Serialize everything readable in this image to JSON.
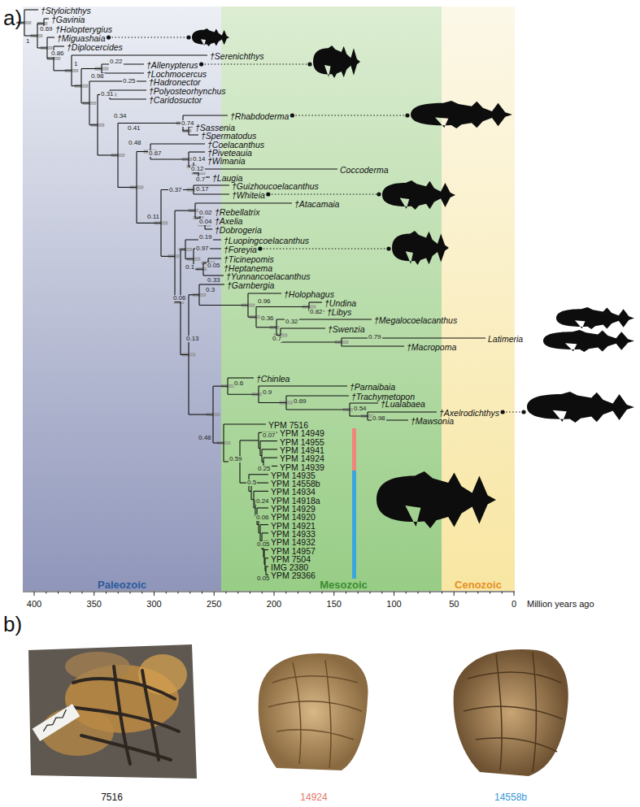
{
  "diagram": {
    "nodes": [
      {
        "text": [
          "Paleozoic"
        ]
      },
      {
        "text": [
          "Mesozoic"
        ]
      },
      {
        "text": [
          "Cenozoic"
        ]
      },
      {
        "text": [
          "7516"
        ]
      },
      {
        "text": [
          "14924"
        ]
      },
      {
        "text": [
          "14558b"
        ]
      }
    ],
    "labels": [
      "a)",
      "†Styloichthys",
      "†Gavinia",
      "†Holopterygius",
      "†Miguashaia",
      "†Diplocercides",
      "†Serenichthys",
      "†Allenypterus",
      "†Lochmocercus",
      "†Hadronector",
      "†Polyosteorhynchus",
      "†Caridosuctor",
      "†Rhabdoderma",
      "†Sassenia",
      "†Spermatodus",
      "†Coelacanthus",
      "†Piveteauia",
      "†Wimania",
      "Coccoderma",
      "†Laugia",
      "†Guizhoucoelacanthus",
      "†Whiteia",
      "†Atacamaia",
      "†Rebellatrix",
      "†Axelia",
      "†Dobrogeria",
      "†Luopingcoelacanthus",
      "†Foreyia",
      "†Ticinepomis",
      "†Heptanema",
      "†Yunnancoelacanthus",
      "†Garnbergia",
      "†Holophagus",
      "†Undina",
      "†Libys",
      "†Megalocoelacanthus",
      "†Swenzia",
      "Latimeria",
      "†Macropoma",
      "†Chinlea",
      "†Parnaibaia",
      "†Trachymetopon",
      "†Lualabaea",
      "†Axelrodichthys",
      "†Mawsonia",
      "YPM 7516",
      "YPM 14949",
      "YPM 14955",
      "YPM 14941",
      "YPM 14924",
      "YPM 14939",
      "YPM 14935",
      "YPM 14558b",
      "YPM 14934",
      "YPM 14918a",
      "YPM 14929",
      "YPM 14920",
      "YPM 14921",
      "YPM 14933",
      "YPM 14932",
      "YPM 14957",
      "YPM 7504",
      "IMG 2380",
      "YPM 29366",
      "0.69",
      "1",
      "0.86",
      "1",
      "0.22",
      "0.98",
      "0.25",
      "0.31",
      "0.34",
      "0.74",
      "0.41",
      "0.48",
      "0.67",
      "0.14",
      "0.12",
      "0.7",
      "0.17",
      "0.37",
      "0.02",
      "0.11",
      "0.04",
      "0.19",
      "0.97",
      "0.05",
      "0.1",
      "0.33",
      "0.3",
      "0.06",
      "0.96",
      "0.82",
      "0.36",
      "0.32",
      "0.79",
      "0.7",
      "0.13",
      "0.6",
      "0.9",
      "0.69",
      "0.54",
      "0.98",
      "0.48",
      "0.07",
      "0.59",
      "0.25",
      "0.5",
      "0.24",
      "0.06",
      "0.05",
      "0.05",
      "400",
      "350",
      "300",
      "250",
      "200",
      "150",
      "100",
      "50",
      "0",
      "Million years ago",
      "b)"
    ]
  }
}
